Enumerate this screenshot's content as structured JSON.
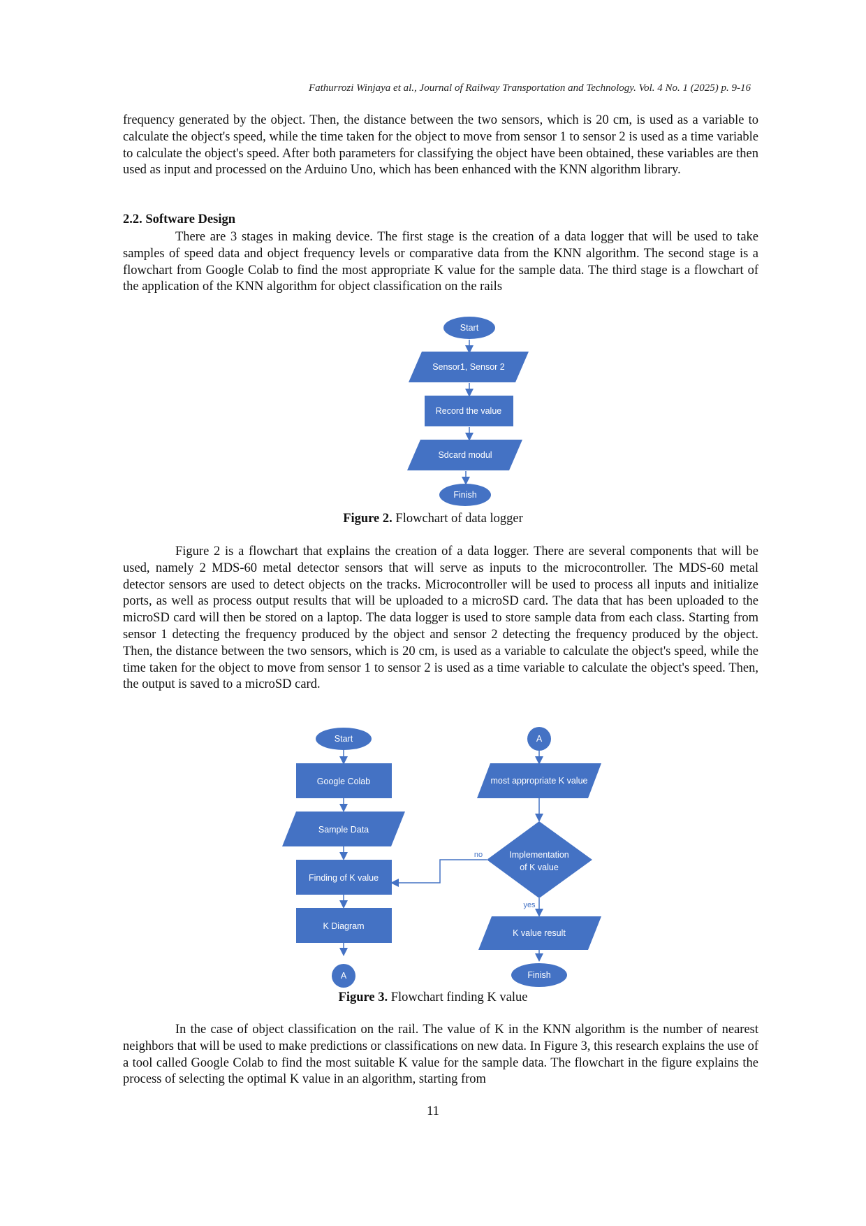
{
  "header": "Fathurrozi Winjaya et al., Journal of Railway Transportation and Technology. Vol. 4 No. 1 (2025) p. 9-16",
  "paragraphs": {
    "p1": "frequency generated by the object. Then, the distance between the two sensors, which is 20 cm, is used as a variable to calculate the object's speed, while the time taken for the object to move from sensor 1 to sensor 2 is used as a time variable to calculate the object's speed. After both parameters for classifying the object have been obtained, these variables are then used as input and processed on the Arduino Uno, which has been enhanced with the KNN algorithm library.",
    "p2": "There are 3 stages in making device. The first stage is the creation of a data logger that will be used to take samples of speed data and object frequency levels or comparative data from the KNN algorithm. The second stage is a flowchart from Google Colab to find the most appropriate K value for the sample data. The third stage is a flowchart of the application of the KNN algorithm for object classification on the rails",
    "p3": "Figure 2 is a flowchart that explains the creation of a data logger. There are several components that will be used, namely 2 MDS-60 metal detector sensors that will serve as inputs to the microcontroller. The MDS-60 metal detector sensors are used to detect objects on the tracks. Microcontroller will be used to process all inputs and initialize ports, as well as process output results that will be uploaded to a microSD card. The data that has been uploaded to the microSD card will then be stored on a laptop. The data logger is used to store sample data from each class. Starting from sensor 1 detecting the frequency produced by the object and sensor 2 detecting the frequency produced by the object. Then, the distance between the two sensors, which is 20 cm, is used as a variable to calculate the object's speed, while the time taken for the object to move from sensor 1 to sensor 2 is used as a time variable to calculate the object's speed. Then, the output is saved to a microSD card.",
    "p4": "In the case of object classification on the rail. The value of K in the KNN algorithm is the number of nearest neighbors that will be used to make predictions or classifications on new data. In Figure 3, this research explains the use of a tool called Google Colab to find the most suitable K value for the sample data. The flowchart in the figure explains the process of selecting the optimal K value in an algorithm, starting from"
  },
  "section_title": "2.2.  Software Design",
  "figure2": {
    "caption_label": "Figure 2.",
    "caption_text": " Flowchart of data logger",
    "nodes": {
      "start": "Start",
      "sensors": "Sensor1, Sensor 2",
      "record": "Record the value",
      "sdcard": "Sdcard modul",
      "finish": "Finish"
    }
  },
  "figure3": {
    "caption_label": "Figure 3.",
    "caption_text": " Flowchart finding K value",
    "nodes": {
      "start": "Start",
      "colab": "Google Colab",
      "sample": "Sample Data",
      "finding": "Finding of K value",
      "diagram": "K Diagram",
      "conn_a_left": "A",
      "conn_a_right": "A",
      "appropriate": "most appropriate K value",
      "implementation_1": "Implementation",
      "implementation_2": "of K value",
      "result": "K value result",
      "finish": "Finish",
      "no_label": "no",
      "yes_label": "yes"
    }
  },
  "page_number": "11",
  "colors": {
    "shape_fill": "#4472c4",
    "arrow": "#4472c4"
  }
}
